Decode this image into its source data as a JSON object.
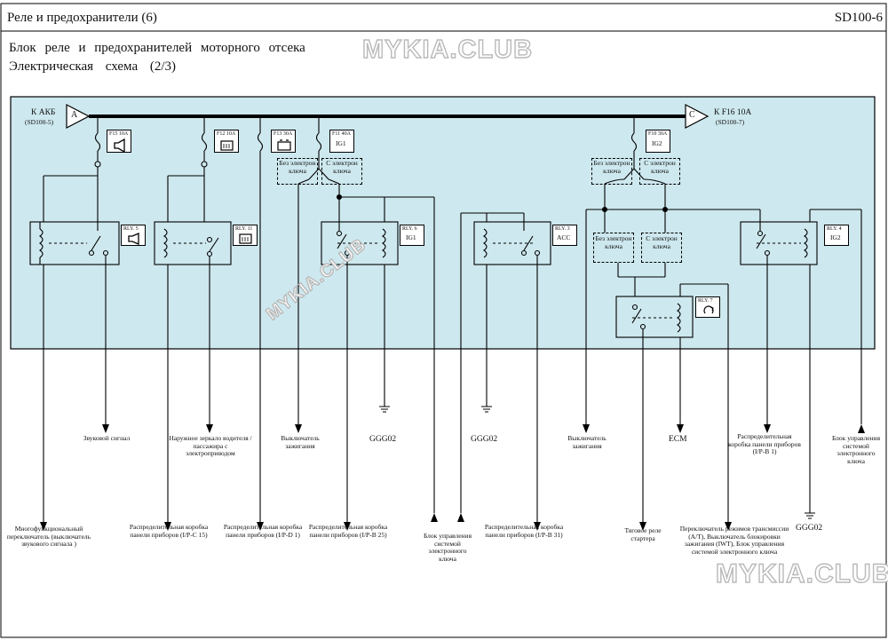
{
  "header": {
    "title": "Реле и предохранители (6)",
    "code": "SD100-6"
  },
  "heading": {
    "line1": "Блок реле и предохранителей моторного отсека",
    "line2": "Электрическая схема (2/3)"
  },
  "watermarks": {
    "top": "MYKIA.CLUB",
    "middle": "MYKIA.CLUB",
    "bottom": "MYKIA.CLUB"
  },
  "colors": {
    "panel_bg": "#cde8ee",
    "line": "#000000",
    "watermark": "#b9b9b9"
  },
  "connectors": {
    "left": {
      "letter": "A",
      "label": "К АКБ",
      "ref": "(SD100-5)"
    },
    "right": {
      "letter": "C",
      "label": "К F16 10A",
      "ref": "(SD100-7)"
    }
  },
  "fuses": [
    {
      "name": "F15 10A",
      "icon": "horn-icon"
    },
    {
      "name": "F12 10A",
      "icon": "mirror-heater-icon"
    },
    {
      "name": "F13 30A",
      "icon": "battery-icon"
    },
    {
      "name": "F11 40A",
      "icon": "IG1"
    },
    {
      "name": "F10 30A",
      "icon": "IG2"
    }
  ],
  "variant_labels": {
    "no_smartkey": "Без электрон ключа",
    "with_smartkey": "С электрон ключа",
    "no_smartkey_b": "Без электрон ключа",
    "with_smartkey_b": "С электрон ключа"
  },
  "relays": [
    {
      "name": "RLY. 5",
      "label": "horn-icon"
    },
    {
      "name": "RLY. 11",
      "label": "mirror-heater-icon"
    },
    {
      "name": "RLY. 6",
      "label": "IG1"
    },
    {
      "name": "RLY. 3",
      "label": "ACC"
    },
    {
      "name": "RLY. 7",
      "label": "starter-icon"
    },
    {
      "name": "RLY. 4",
      "label": "IG2"
    }
  ],
  "bottom_labels": {
    "horn": "Звуковой сигнал",
    "mirror": "Наружное зеркало водителя / пассажира с электроприводом",
    "ign_switch_1": "Выключатель зажигания",
    "ggg02_1": "GGG02",
    "ggg02_2": "GGG02",
    "ign_switch_2": "Выключатель зажигания",
    "ecm": "ECM",
    "jb_ipb_top": "Распределительная коробка панели приборов (I/P-B 1)",
    "smartkey_unit_right": "Блок управления системой электронного ключа",
    "multifunction": "Многофункциональный переключатель (выключатель звукового сигнала )",
    "jb_ipc": "Распределительная коробка панели приборов (I/P-C 15)",
    "jb_ipd": "Распределительная коробка панели приборов (I/P-D 1)",
    "jb_ipb25": "Распределительная коробка панели приборов (I/P-B 25)",
    "smartkey_unit_mid": "Блок управления системой электронного ключа",
    "jb_ipb31": "Распределительная коробка панели приборов (I/P-B 31)",
    "starter_relay": "Тяговое реле стартера",
    "trans_switch": "Переключатель режимов трансмиссии (A/T), Выключатель блокировки зажигания (IWT), Блок управления системой электронного ключа",
    "ggg02_3": "GGG02"
  }
}
